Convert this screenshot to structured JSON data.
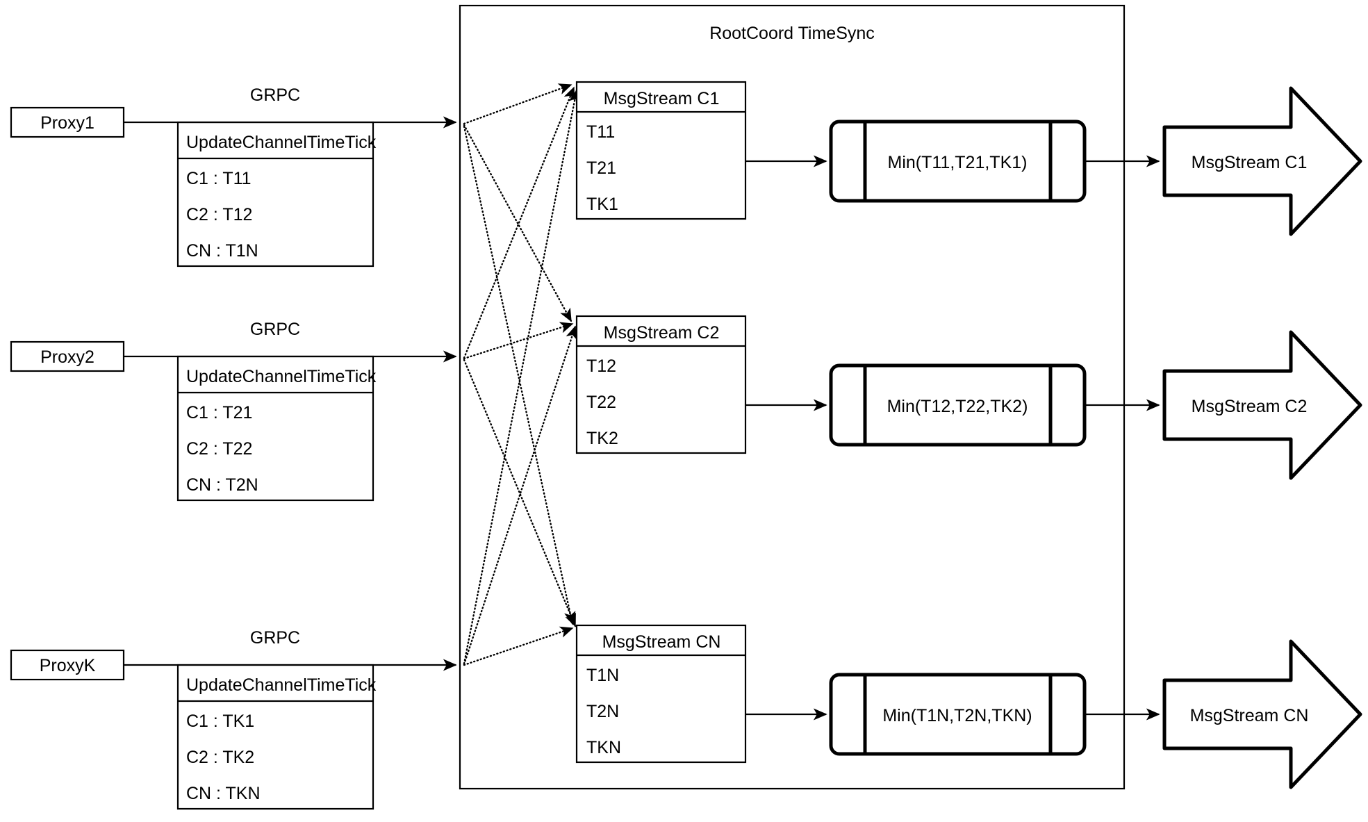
{
  "diagram": {
    "title": "RootCoord TimeSync",
    "container_label": "RootCoord TimeSync",
    "proxies": [
      {
        "name": "Proxy1",
        "link_label": "GRPC",
        "table_header": "UpdateChannelTimeTick",
        "rows": [
          "C1 :  T11",
          "C2 :  T12",
          "CN : T1N"
        ]
      },
      {
        "name": "Proxy2",
        "link_label": "GRPC",
        "table_header": "UpdateChannelTimeTick",
        "rows": [
          "C1 :  T21",
          "C2 :  T22",
          "CN : T2N"
        ]
      },
      {
        "name": "ProxyK",
        "link_label": "GRPC",
        "table_header": "UpdateChannelTimeTick",
        "rows": [
          "C1 :  TK1",
          "C2 :  TK2",
          "CN : TKN"
        ]
      }
    ],
    "channels": [
      {
        "stream_header": "MsgStream C1",
        "stream_rows": [
          "T11",
          "T21",
          "TK1"
        ],
        "process_label": "Min(T11,T21,TK1)",
        "output_label": "MsgStream C1"
      },
      {
        "stream_header": "MsgStream C2",
        "stream_rows": [
          "T12",
          "T22",
          "TK2"
        ],
        "process_label": "Min(T12,T22,TK2)",
        "output_label": "MsgStream C2"
      },
      {
        "stream_header": "MsgStream CN",
        "stream_rows": [
          "T1N",
          "T2N",
          "TKN"
        ],
        "process_label": "Min(T1N,T2N,TKN)",
        "output_label": "MsgStream CN"
      }
    ],
    "colors": {
      "stroke": "#000000",
      "fill": "#ffffff",
      "text": "#000000"
    }
  }
}
